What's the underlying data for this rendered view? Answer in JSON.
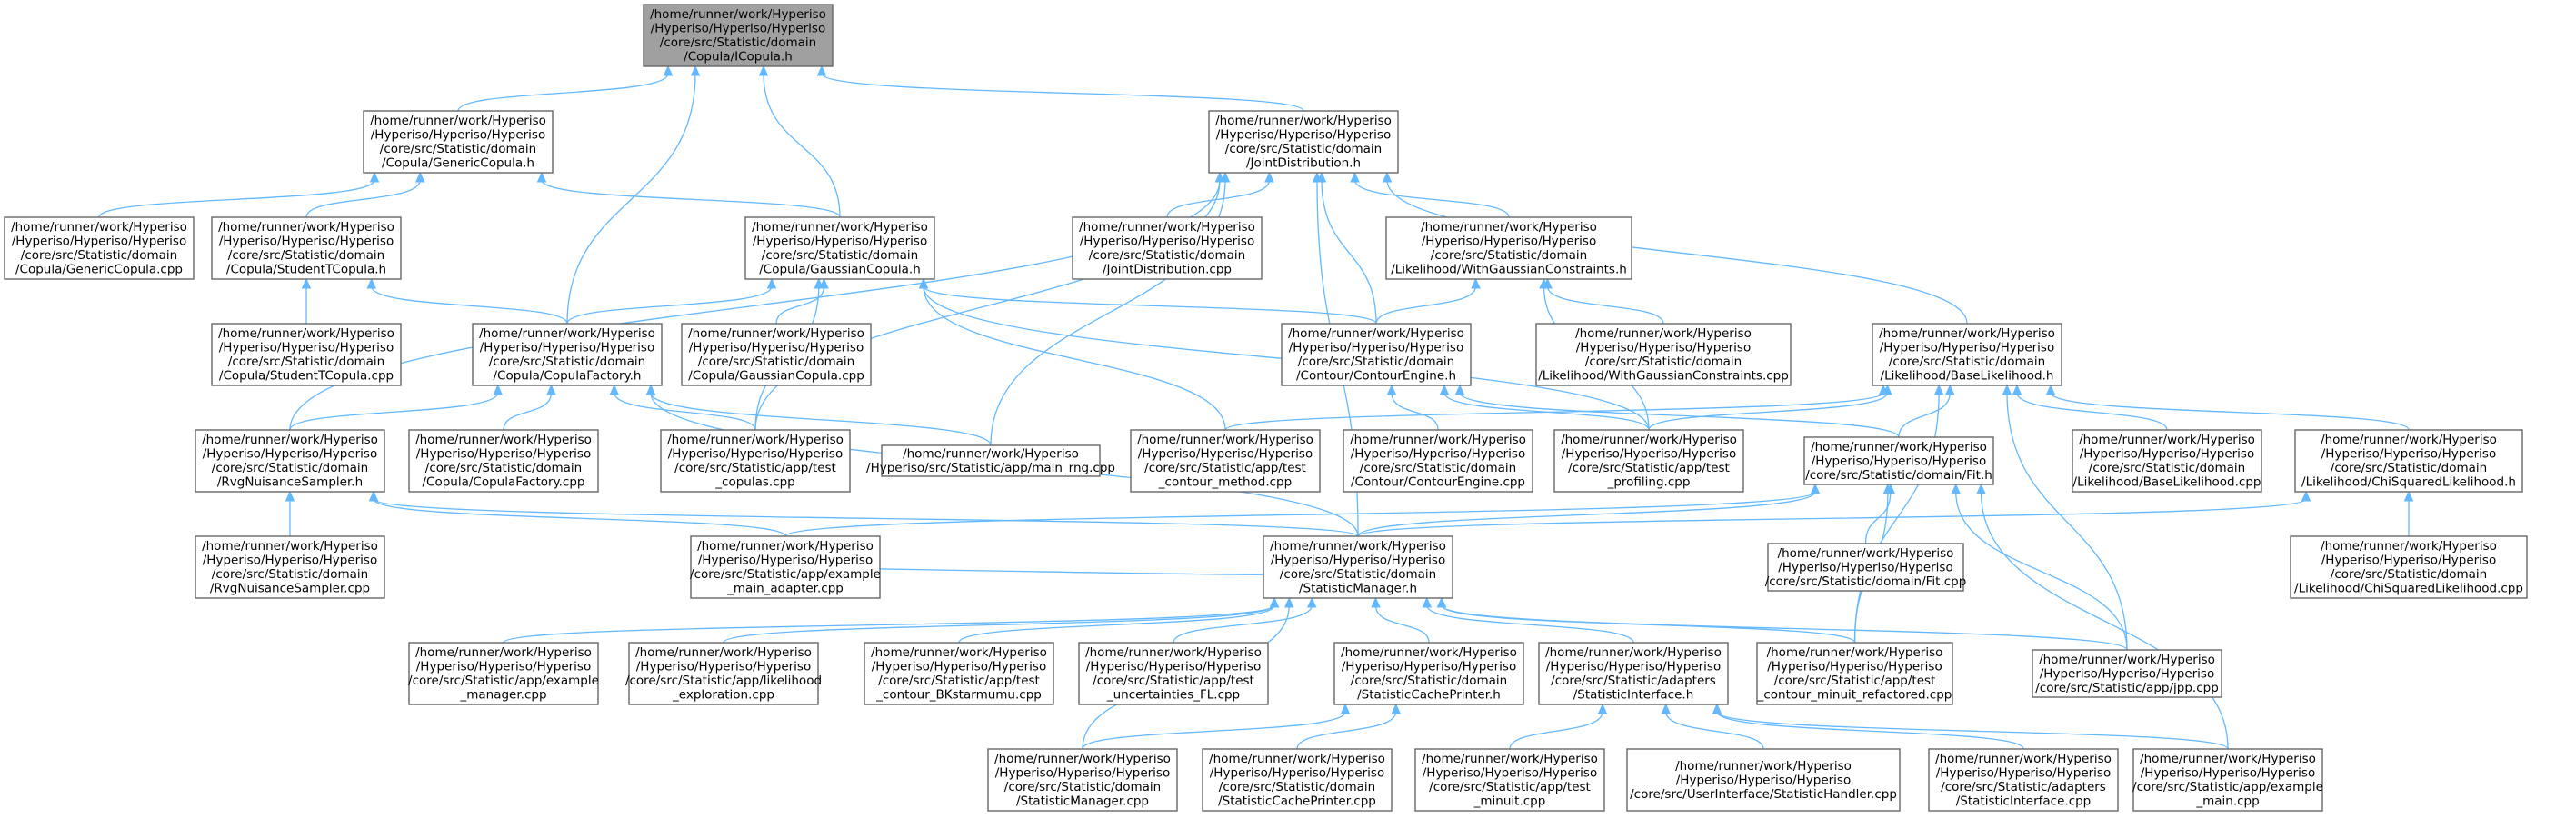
{
  "diagram": {
    "type": "include-dependency-graph",
    "colors": {
      "edge": "#63b8ff",
      "node_border": "#666666",
      "root_fill": "#a0a0a0",
      "node_fill": "#ffffff"
    },
    "nodes": [
      {
        "id": "icopula",
        "root": true,
        "lines": [
          "/home/runner/work/Hyperiso",
          "/Hyperiso/Hyperiso/Hyperiso",
          "/core/src/Statistic/domain",
          "/Copula/ICopula.h"
        ]
      },
      {
        "id": "genericcopula_h",
        "lines": [
          "/home/runner/work/Hyperiso",
          "/Hyperiso/Hyperiso/Hyperiso",
          "/core/src/Statistic/domain",
          "/Copula/GenericCopula.h"
        ]
      },
      {
        "id": "jointdistribution_h",
        "lines": [
          "/home/runner/work/Hyperiso",
          "/Hyperiso/Hyperiso/Hyperiso",
          "/core/src/Statistic/domain",
          "/JointDistribution.h"
        ]
      },
      {
        "id": "genericcopula_cpp",
        "lines": [
          "/home/runner/work/Hyperiso",
          "/Hyperiso/Hyperiso/Hyperiso",
          "/core/src/Statistic/domain",
          "/Copula/GenericCopula.cpp"
        ]
      },
      {
        "id": "studenttcopula_h",
        "lines": [
          "/home/runner/work/Hyperiso",
          "/Hyperiso/Hyperiso/Hyperiso",
          "/core/src/Statistic/domain",
          "/Copula/StudentTCopula.h"
        ]
      },
      {
        "id": "gaussiancopula_h",
        "lines": [
          "/home/runner/work/Hyperiso",
          "/Hyperiso/Hyperiso/Hyperiso",
          "/core/src/Statistic/domain",
          "/Copula/GaussianCopula.h"
        ]
      },
      {
        "id": "jointdistribution_cpp",
        "lines": [
          "/home/runner/work/Hyperiso",
          "/Hyperiso/Hyperiso/Hyperiso",
          "/core/src/Statistic/domain",
          "/JointDistribution.cpp"
        ]
      },
      {
        "id": "withgaussian_h",
        "lines": [
          "/home/runner/work/Hyperiso",
          "/Hyperiso/Hyperiso/Hyperiso",
          "/core/src/Statistic/domain",
          "/Likelihood/WithGaussianConstraints.h"
        ]
      },
      {
        "id": "studenttcopula_cpp",
        "lines": [
          "/home/runner/work/Hyperiso",
          "/Hyperiso/Hyperiso/Hyperiso",
          "/core/src/Statistic/domain",
          "/Copula/StudentTCopula.cpp"
        ]
      },
      {
        "id": "copulafactory_h",
        "lines": [
          "/home/runner/work/Hyperiso",
          "/Hyperiso/Hyperiso/Hyperiso",
          "/core/src/Statistic/domain",
          "/Copula/CopulaFactory.h"
        ]
      },
      {
        "id": "gaussiancopula_cpp",
        "lines": [
          "/home/runner/work/Hyperiso",
          "/Hyperiso/Hyperiso/Hyperiso",
          "/core/src/Statistic/domain",
          "/Copula/GaussianCopula.cpp"
        ]
      },
      {
        "id": "contourengine_h",
        "lines": [
          "/home/runner/work/Hyperiso",
          "/Hyperiso/Hyperiso/Hyperiso",
          "/core/src/Statistic/domain",
          "/Contour/ContourEngine.h"
        ]
      },
      {
        "id": "withgaussian_cpp",
        "lines": [
          "/home/runner/work/Hyperiso",
          "/Hyperiso/Hyperiso/Hyperiso",
          "/core/src/Statistic/domain",
          "/Likelihood/WithGaussianConstraints.cpp"
        ]
      },
      {
        "id": "baselikelihood_h",
        "lines": [
          "/home/runner/work/Hyperiso",
          "/Hyperiso/Hyperiso/Hyperiso",
          "/core/src/Statistic/domain",
          "/Likelihood/BaseLikelihood.h"
        ]
      },
      {
        "id": "rvgnuisance_h",
        "lines": [
          "/home/runner/work/Hyperiso",
          "/Hyperiso/Hyperiso/Hyperiso",
          "/core/src/Statistic/domain",
          "/RvgNuisanceSampler.h"
        ]
      },
      {
        "id": "copulafactory_cpp",
        "lines": [
          "/home/runner/work/Hyperiso",
          "/Hyperiso/Hyperiso/Hyperiso",
          "/core/src/Statistic/domain",
          "/Copula/CopulaFactory.cpp"
        ]
      },
      {
        "id": "test_copulas",
        "lines": [
          "/home/runner/work/Hyperiso",
          "/Hyperiso/Hyperiso/Hyperiso",
          "/core/src/Statistic/app/test",
          "_copulas.cpp"
        ]
      },
      {
        "id": "main_rng",
        "lines": [
          "/home/runner/work/Hyperiso",
          "/Hyperiso/src/Statistic/app/main_rng.cpp"
        ]
      },
      {
        "id": "test_contour_method",
        "lines": [
          "/home/runner/work/Hyperiso",
          "/Hyperiso/Hyperiso/Hyperiso",
          "/core/src/Statistic/app/test",
          "_contour_method.cpp"
        ]
      },
      {
        "id": "contourengine_cpp",
        "lines": [
          "/home/runner/work/Hyperiso",
          "/Hyperiso/Hyperiso/Hyperiso",
          "/core/src/Statistic/domain",
          "/Contour/ContourEngine.cpp"
        ]
      },
      {
        "id": "test_profiling",
        "lines": [
          "/home/runner/work/Hyperiso",
          "/Hyperiso/Hyperiso/Hyperiso",
          "/core/src/Statistic/app/test",
          "_profiling.cpp"
        ]
      },
      {
        "id": "fit_h",
        "lines": [
          "/home/runner/work/Hyperiso",
          "/Hyperiso/Hyperiso/Hyperiso",
          "/core/src/Statistic/domain/Fit.h"
        ]
      },
      {
        "id": "baselikelihood_cpp",
        "lines": [
          "/home/runner/work/Hyperiso",
          "/Hyperiso/Hyperiso/Hyperiso",
          "/core/src/Statistic/domain",
          "/Likelihood/BaseLikelihood.cpp"
        ]
      },
      {
        "id": "chisquared_h",
        "lines": [
          "/home/runner/work/Hyperiso",
          "/Hyperiso/Hyperiso/Hyperiso",
          "/core/src/Statistic/domain",
          "/Likelihood/ChiSquaredLikelihood.h"
        ]
      },
      {
        "id": "rvgnuisance_cpp",
        "lines": [
          "/home/runner/work/Hyperiso",
          "/Hyperiso/Hyperiso/Hyperiso",
          "/core/src/Statistic/domain",
          "/RvgNuisanceSampler.cpp"
        ]
      },
      {
        "id": "example_main_adapter",
        "lines": [
          "/home/runner/work/Hyperiso",
          "/Hyperiso/Hyperiso/Hyperiso",
          "/core/src/Statistic/app/example",
          "_main_adapter.cpp"
        ]
      },
      {
        "id": "statisticmanager_h",
        "lines": [
          "/home/runner/work/Hyperiso",
          "/Hyperiso/Hyperiso/Hyperiso",
          "/core/src/Statistic/domain",
          "/StatisticManager.h"
        ]
      },
      {
        "id": "fit_cpp",
        "lines": [
          "/home/runner/work/Hyperiso",
          "/Hyperiso/Hyperiso/Hyperiso",
          "/core/src/Statistic/domain/Fit.cpp"
        ]
      },
      {
        "id": "chisquared_cpp",
        "lines": [
          "/home/runner/work/Hyperiso",
          "/Hyperiso/Hyperiso/Hyperiso",
          "/core/src/Statistic/domain",
          "/Likelihood/ChiSquaredLikelihood.cpp"
        ]
      },
      {
        "id": "example_manager",
        "lines": [
          "/home/runner/work/Hyperiso",
          "/Hyperiso/Hyperiso/Hyperiso",
          "/core/src/Statistic/app/example",
          "_manager.cpp"
        ]
      },
      {
        "id": "likelihood_exploration",
        "lines": [
          "/home/runner/work/Hyperiso",
          "/Hyperiso/Hyperiso/Hyperiso",
          "/core/src/Statistic/app/likelihood",
          "_exploration.cpp"
        ]
      },
      {
        "id": "test_contour_bk",
        "lines": [
          "/home/runner/work/Hyperiso",
          "/Hyperiso/Hyperiso/Hyperiso",
          "/core/src/Statistic/app/test",
          "_contour_BKstarmumu.cpp"
        ]
      },
      {
        "id": "test_uncertainties",
        "lines": [
          "/home/runner/work/Hyperiso",
          "/Hyperiso/Hyperiso/Hyperiso",
          "/core/src/Statistic/app/test",
          "_uncertainties_FL.cpp"
        ]
      },
      {
        "id": "cacheprinter_h",
        "lines": [
          "/home/runner/work/Hyperiso",
          "/Hyperiso/Hyperiso/Hyperiso",
          "/core/src/Statistic/domain",
          "/StatisticCachePrinter.h"
        ]
      },
      {
        "id": "statisticinterface_h",
        "lines": [
          "/home/runner/work/Hyperiso",
          "/Hyperiso/Hyperiso/Hyperiso",
          "/core/src/Statistic/adapters",
          "/StatisticInterface.h"
        ]
      },
      {
        "id": "test_contour_minuit_ref",
        "lines": [
          "/home/runner/work/Hyperiso",
          "/Hyperiso/Hyperiso/Hyperiso",
          "/core/src/Statistic/app/test",
          "_contour_minuit_refactored.cpp"
        ]
      },
      {
        "id": "jpp",
        "lines": [
          "/home/runner/work/Hyperiso",
          "/Hyperiso/Hyperiso/Hyperiso",
          "/core/src/Statistic/app/jpp.cpp"
        ]
      },
      {
        "id": "statisticmanager_cpp",
        "lines": [
          "/home/runner/work/Hyperiso",
          "/Hyperiso/Hyperiso/Hyperiso",
          "/core/src/Statistic/domain",
          "/StatisticManager.cpp"
        ]
      },
      {
        "id": "cacheprinter_cpp",
        "lines": [
          "/home/runner/work/Hyperiso",
          "/Hyperiso/Hyperiso/Hyperiso",
          "/core/src/Statistic/domain",
          "/StatisticCachePrinter.cpp"
        ]
      },
      {
        "id": "test_minuit",
        "lines": [
          "/home/runner/work/Hyperiso",
          "/Hyperiso/Hyperiso/Hyperiso",
          "/core/src/Statistic/app/test",
          "_minuit.cpp"
        ]
      },
      {
        "id": "statistichandler_cpp",
        "lines": [
          "/home/runner/work/Hyperiso",
          "/Hyperiso/Hyperiso/Hyperiso",
          "/core/src/UserInterface/StatisticHandler.cpp"
        ]
      },
      {
        "id": "statisticinterface_cpp",
        "lines": [
          "/home/runner/work/Hyperiso",
          "/Hyperiso/Hyperiso/Hyperiso",
          "/core/src/Statistic/adapters",
          "/StatisticInterface.cpp"
        ]
      },
      {
        "id": "example_main",
        "lines": [
          "/home/runner/work/Hyperiso",
          "/Hyperiso/Hyperiso/Hyperiso",
          "/core/src/Statistic/app/example",
          "_main.cpp"
        ]
      }
    ],
    "edges": [
      [
        "genericcopula_h",
        "icopula"
      ],
      [
        "jointdistribution_h",
        "icopula"
      ],
      [
        "gaussiancopula_h",
        "icopula"
      ],
      [
        "copulafactory_h",
        "icopula"
      ],
      [
        "genericcopula_cpp",
        "genericcopula_h"
      ],
      [
        "studenttcopula_h",
        "genericcopula_h"
      ],
      [
        "gaussiancopula_h",
        "genericcopula_h"
      ],
      [
        "studenttcopula_cpp",
        "studenttcopula_h"
      ],
      [
        "copulafactory_h",
        "studenttcopula_h"
      ],
      [
        "copulafactory_h",
        "gaussiancopula_h"
      ],
      [
        "gaussiancopula_cpp",
        "gaussiancopula_h"
      ],
      [
        "test_copulas",
        "gaussiancopula_h"
      ],
      [
        "contourengine_h",
        "gaussiancopula_h"
      ],
      [
        "test_contour_method",
        "gaussiancopula_h"
      ],
      [
        "test_profiling",
        "gaussiancopula_h"
      ],
      [
        "jointdistribution_cpp",
        "jointdistribution_h"
      ],
      [
        "withgaussian_h",
        "jointdistribution_h"
      ],
      [
        "contourengine_h",
        "jointdistribution_h"
      ],
      [
        "baselikelihood_h",
        "jointdistribution_h"
      ],
      [
        "rvgnuisance_h",
        "jointdistribution_h"
      ],
      [
        "test_copulas",
        "jointdistribution_h"
      ],
      [
        "main_rng",
        "jointdistribution_h"
      ],
      [
        "statisticmanager_h",
        "jointdistribution_h"
      ],
      [
        "contourengine_h",
        "withgaussian_h"
      ],
      [
        "withgaussian_cpp",
        "withgaussian_h"
      ],
      [
        "test_profiling",
        "withgaussian_h"
      ],
      [
        "rvgnuisance_h",
        "copulafactory_h"
      ],
      [
        "copulafactory_cpp",
        "copulafactory_h"
      ],
      [
        "test_copulas",
        "copulafactory_h"
      ],
      [
        "main_rng",
        "copulafactory_h"
      ],
      [
        "statisticmanager_h",
        "copulafactory_h"
      ],
      [
        "contourengine_cpp",
        "contourengine_h"
      ],
      [
        "test_profiling",
        "contourengine_h"
      ],
      [
        "fit_h",
        "contourengine_h"
      ],
      [
        "test_contour_method",
        "baselikelihood_h"
      ],
      [
        "test_profiling",
        "baselikelihood_h"
      ],
      [
        "fit_h",
        "baselikelihood_h"
      ],
      [
        "baselikelihood_cpp",
        "baselikelihood_h"
      ],
      [
        "chisquared_h",
        "baselikelihood_h"
      ],
      [
        "test_contour_minuit_ref",
        "baselikelihood_h"
      ],
      [
        "jpp",
        "baselikelihood_h"
      ],
      [
        "rvgnuisance_cpp",
        "rvgnuisance_h"
      ],
      [
        "example_main_adapter",
        "rvgnuisance_h"
      ],
      [
        "statisticmanager_h",
        "rvgnuisance_h"
      ],
      [
        "statisticmanager_h",
        "fit_h"
      ],
      [
        "fit_cpp",
        "fit_h"
      ],
      [
        "example_main_adapter",
        "fit_h"
      ],
      [
        "test_contour_minuit_ref",
        "fit_h"
      ],
      [
        "jpp",
        "fit_h"
      ],
      [
        "example_main",
        "fit_h"
      ],
      [
        "chisquared_cpp",
        "chisquared_h"
      ],
      [
        "statisticmanager_h",
        "chisquared_h"
      ],
      [
        "example_main_adapter",
        "statisticmanager_h"
      ],
      [
        "example_manager",
        "statisticmanager_h"
      ],
      [
        "likelihood_exploration",
        "statisticmanager_h"
      ],
      [
        "test_contour_bk",
        "statisticmanager_h"
      ],
      [
        "test_uncertainties",
        "statisticmanager_h"
      ],
      [
        "cacheprinter_h",
        "statisticmanager_h"
      ],
      [
        "statisticinterface_h",
        "statisticmanager_h"
      ],
      [
        "test_contour_minuit_ref",
        "statisticmanager_h"
      ],
      [
        "jpp",
        "statisticmanager_h"
      ],
      [
        "statisticmanager_cpp",
        "statisticmanager_h"
      ],
      [
        "statisticmanager_cpp",
        "cacheprinter_h"
      ],
      [
        "cacheprinter_cpp",
        "cacheprinter_h"
      ],
      [
        "test_minuit",
        "statisticinterface_h"
      ],
      [
        "statistichandler_cpp",
        "statisticinterface_h"
      ],
      [
        "statisticinterface_cpp",
        "statisticinterface_h"
      ],
      [
        "example_main",
        "statisticinterface_h"
      ]
    ]
  }
}
